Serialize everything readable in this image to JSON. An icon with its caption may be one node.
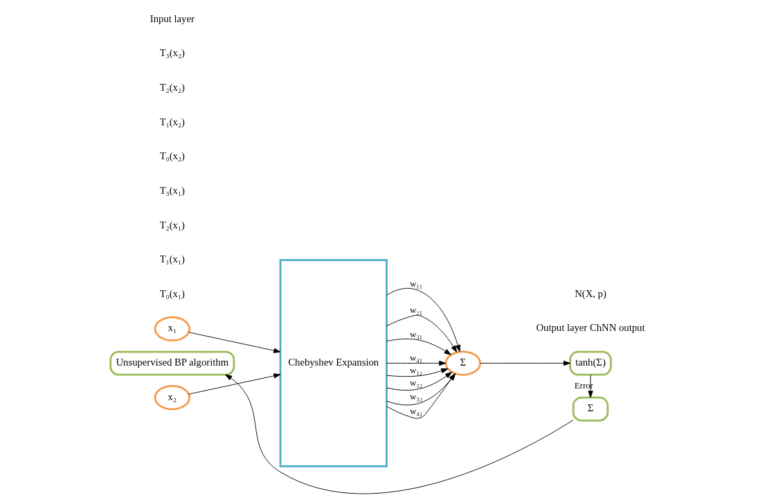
{
  "diagram": {
    "nodes": [
      {
        "text": [
          "x₁"
        ]
      },
      {
        "text": [
          "x₂"
        ]
      },
      {
        "text": [
          "Chebyshev Expansion"
        ]
      },
      {
        "text": [
          "Σ"
        ]
      },
      {
        "text": [
          "tanh(Σ)"
        ],
        "beside": [
          "Output layer ChNN output",
          "N(X, p)"
        ]
      },
      {
        "text": [
          "Σ"
        ]
      },
      {
        "text": [
          "Unsupervised BP algorithm"
        ]
      }
    ],
    "edges": [
      {
        "from": 0,
        "to": 2,
        "arrow": "to"
      },
      {
        "from": 1,
        "to": 2,
        "arrow": "to"
      },
      {
        "from": 2,
        "to": 3,
        "arrow": "to",
        "label": "w₁₁"
      },
      {
        "from": 2,
        "to": 3,
        "arrow": "to",
        "label": "w₂₁"
      },
      {
        "from": 2,
        "to": 3,
        "arrow": "to",
        "label": "w₃₁"
      },
      {
        "from": 2,
        "to": 3,
        "arrow": "to",
        "label": "w₄₁"
      },
      {
        "from": 2,
        "to": 3,
        "arrow": "to",
        "label": "w₁₂"
      },
      {
        "from": 2,
        "to": 3,
        "arrow": "to",
        "label": "w₂₂"
      },
      {
        "from": 2,
        "to": 3,
        "arrow": "to",
        "label": "w₃₂"
      },
      {
        "from": 2,
        "to": 3,
        "arrow": "to",
        "label": "w₄₂"
      },
      {
        "from": 3,
        "to": 4,
        "arrow": "to"
      },
      {
        "from": 4,
        "to": 5,
        "arrow": "to",
        "label": "Error"
      },
      {
        "from": 5,
        "to": 6,
        "arrow": "to"
      }
    ],
    "labels": [
      "T₀(x₁)",
      "T₁(x₁)",
      "T₂(x₁)",
      "T₃(x₁)",
      "T₀(x₂)",
      "T₁(x₂)",
      "T₂(x₂)",
      "T₃(x₂)",
      "Input layer"
    ]
  }
}
